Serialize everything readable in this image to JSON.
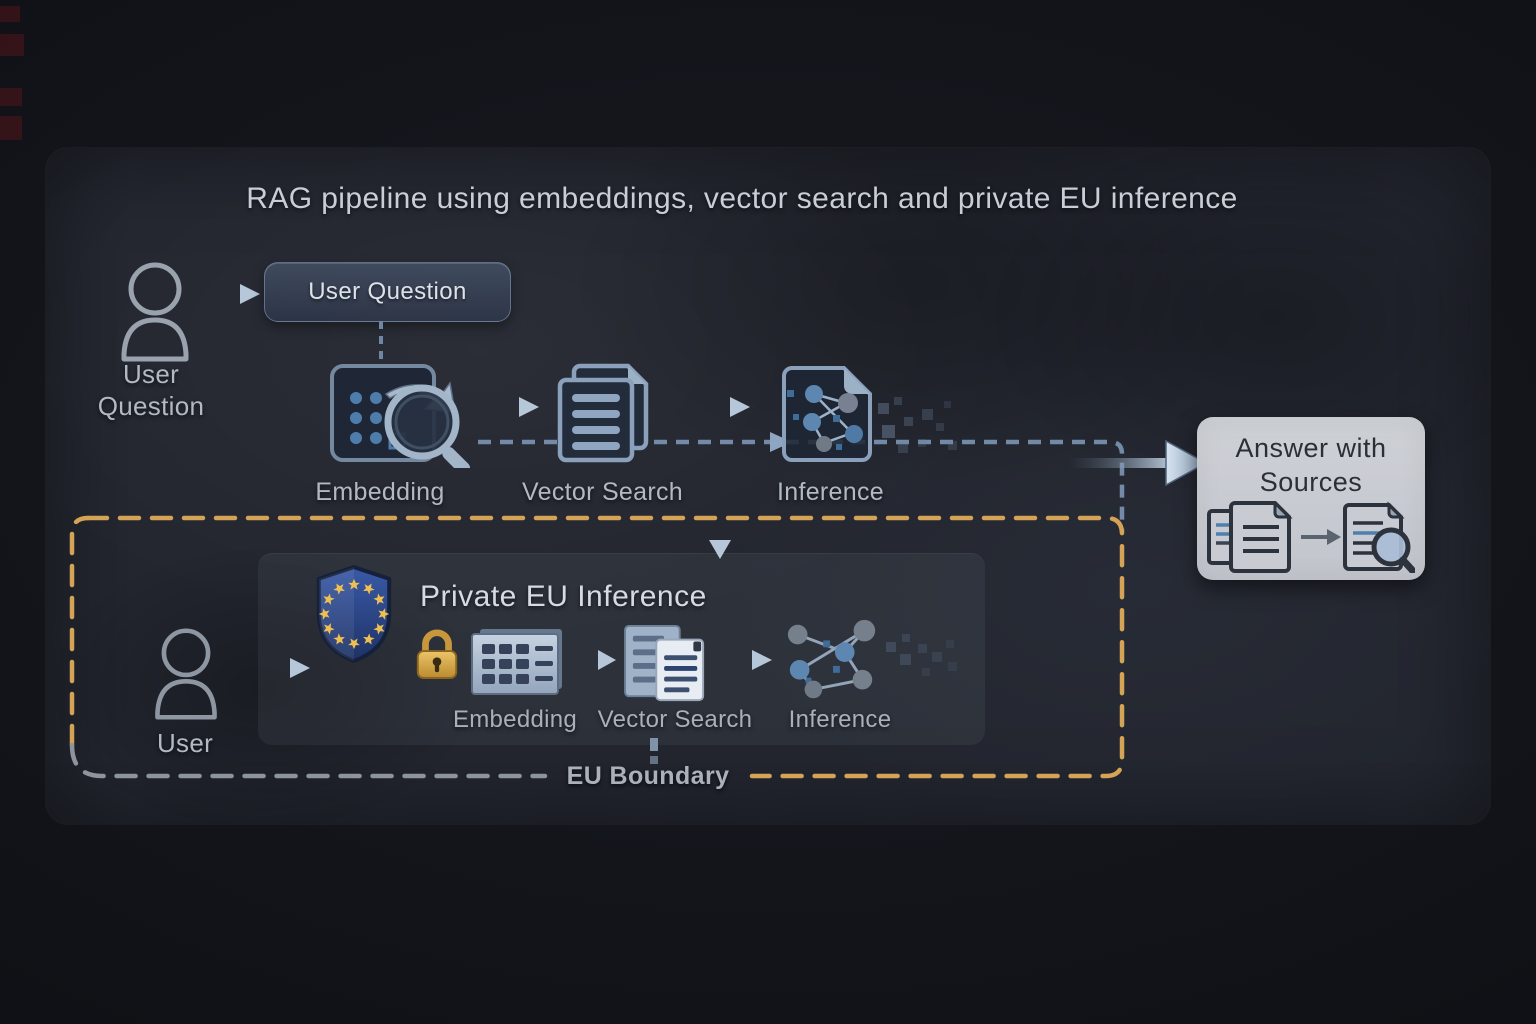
{
  "title": "RAG pipeline using embeddings, vector search and private EU inference",
  "top_flow": {
    "actor": {
      "line1": "User",
      "line2": "Question"
    },
    "question_box": "User Question",
    "steps": [
      "Embedding",
      "Vector Search",
      "Inference"
    ]
  },
  "answer_box": {
    "line1": "Answer with",
    "line2": "Sources"
  },
  "eu_zone": {
    "heading": "Private EU Inference",
    "actor": "User",
    "steps": [
      "Embedding",
      "Vector Search",
      "Inference"
    ],
    "boundary_label": "EU Boundary"
  },
  "icons": {
    "top_actor": "person-outline",
    "top_embedding": "grid-dots-with-magnifier",
    "top_vector_search": "stacked-documents",
    "top_inference": "neural-network-document",
    "eu_shield": "eu-flag-shield",
    "lock": "gold-padlock",
    "eu_actor": "person-outline",
    "eu_embedding": "matrix-grid-panel",
    "eu_vector_search": "stacked-documents",
    "eu_inference": "neural-network-graph",
    "answer_docs": "documents-pair",
    "answer_search": "document-with-magnifier"
  },
  "colors": {
    "boundary_gold": "#d4a355",
    "boundary_gray": "#8e949c",
    "flow_dashed_blue": "#7b93b2",
    "arrow_light": "#b6c7d9",
    "answer_box_bg": "#c8cbd1",
    "shield_blue": "#2e4d92",
    "star_gold": "#eec051",
    "lock_gold": "#dcaf4e",
    "panel_bg": "#23262f",
    "page_bg": "#14161b",
    "text_light": "#c9ced6"
  }
}
